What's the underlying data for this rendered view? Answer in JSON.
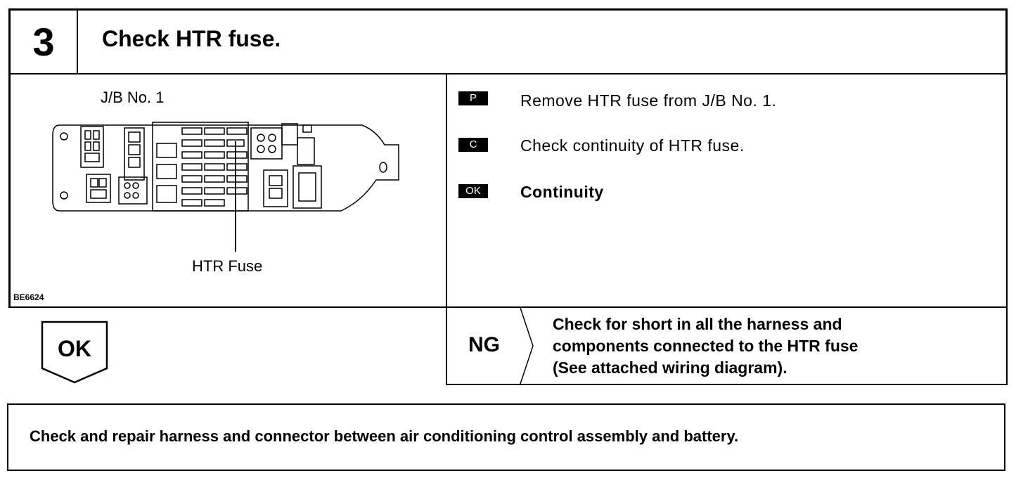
{
  "header": {
    "step_number": "3",
    "title": "Check HTR fuse."
  },
  "figure": {
    "jb_label": "J/B No. 1",
    "fuse_label": "HTR Fuse",
    "code": "BE6624"
  },
  "instructions": [
    {
      "tag": "P",
      "text": "Remove HTR fuse from J/B No. 1."
    },
    {
      "tag": "C",
      "text": "Check continuity of HTR fuse."
    },
    {
      "tag": "OK",
      "text": "Continuity"
    }
  ],
  "ok_branch": {
    "label": "OK"
  },
  "ng_branch": {
    "label": "NG",
    "lines": [
      "Check for short in all the harness and",
      "components connected to the HTR fuse",
      "(See attached wiring diagram)."
    ]
  },
  "result": {
    "text": "Check and repair harness and connector between air conditioning control assembly and battery."
  }
}
